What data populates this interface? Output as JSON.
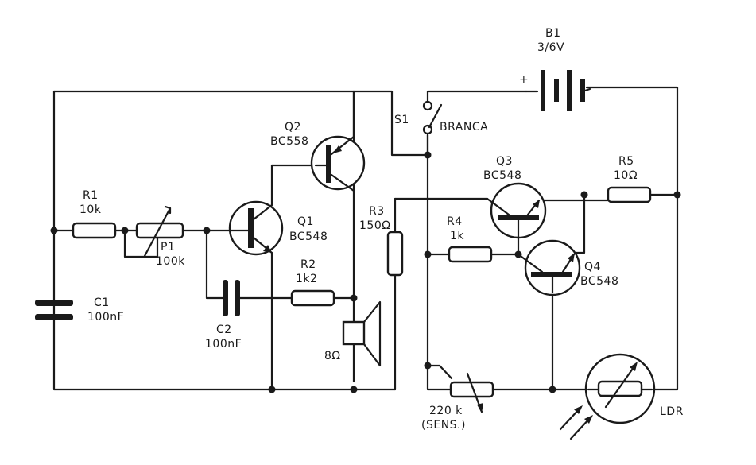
{
  "components": {
    "b1": {
      "ref": "B1",
      "value": "3/6V",
      "polarity": "+"
    },
    "s1": {
      "ref": "S1",
      "value": "BRANCA"
    },
    "r1": {
      "ref": "R1",
      "value": "10k"
    },
    "p1": {
      "ref": "P1",
      "value": "100k"
    },
    "q1": {
      "ref": "Q1",
      "value": "BC548"
    },
    "q2": {
      "ref": "Q2",
      "value": "BC558"
    },
    "r2": {
      "ref": "R2",
      "value": "1k2"
    },
    "c1": {
      "ref": "C1",
      "value": "100nF"
    },
    "c2": {
      "ref": "C2",
      "value": "100nF"
    },
    "spk": {
      "value": "8Ω"
    },
    "r3": {
      "ref": "R3",
      "value": "150Ω"
    },
    "q3": {
      "ref": "Q3",
      "value": "BC548"
    },
    "r4": {
      "ref": "R4",
      "value": "1k"
    },
    "r5": {
      "ref": "R5",
      "value": "10Ω"
    },
    "q4": {
      "ref": "Q4",
      "value": "BC548"
    },
    "sens": {
      "value": "220 k",
      "note": "(SENS.)"
    },
    "ldr": {
      "value": "LDR"
    }
  }
}
